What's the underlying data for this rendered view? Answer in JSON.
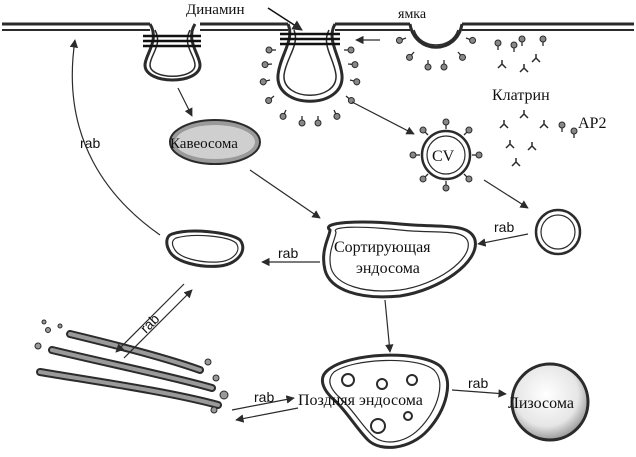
{
  "labels": {
    "dynamin": "Динамин",
    "pit": "ямка",
    "clathrin": "Клатрин",
    "ap2": "АР2",
    "caveosome": "Кавеосома",
    "cv": "CV",
    "sorting_endosome_line1": "Сортирующая",
    "sorting_endosome_line2": "эндосома",
    "late_endosome": "Поздняя эндосома",
    "lysosome": "Лизосома",
    "rab_left": "rab",
    "rab_recycling": "rab",
    "rab_cv": "rab",
    "rab_golgi": "rab",
    "rab_late_lower": "rab",
    "rab_lysosome": "rab"
  },
  "colors": {
    "stroke": "#2b2b2b",
    "organelle_fill": "#bdbdbd",
    "organelle_inner": "#ffffff",
    "text": "#111111"
  }
}
